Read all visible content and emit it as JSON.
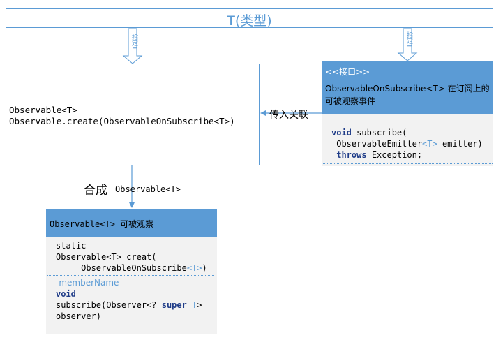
{
  "type_bar": {
    "label": "T(类型)"
  },
  "arrows": {
    "specify_label": "指定T"
  },
  "observable_box": {
    "line1": "Observable<T>",
    "line2": "Observable.create(ObservableOnSubscribe<T>)"
  },
  "link": {
    "label": "传入关联"
  },
  "interface": {
    "stereotype": "<<接口>>",
    "name": "ObservableOnSubscribe<T> 在订阅上的可被观察事件",
    "method": {
      "kw_void": "void",
      "sig1": " subscribe(",
      "sig2a": " ObservableEmitter",
      "sig2t": "<T>",
      "sig2b": " emitter)",
      "kw_throws": "throws",
      "sig3": " Exception;"
    }
  },
  "combine": {
    "label": "合成",
    "sub": "Observable<T>"
  },
  "class_box": {
    "title": "Observable<T> 可被观察",
    "static_kw": "static",
    "create_line": "Observable<T> creat(",
    "create_arg_a": "     ObservableOnSubscribe",
    "create_arg_t": "<T>",
    "create_arg_b": ")",
    "member": "-memberName",
    "kw_void": "void",
    "sub_a": "subscribe(Observer<? ",
    "kw_super": "super",
    "sub_t": " T",
    "sub_b": ">",
    "sub_c": "observer)"
  },
  "colors": {
    "accent": "#5b9bd5",
    "panel": "#f2f2f2",
    "keyword": "#1f3c88"
  }
}
